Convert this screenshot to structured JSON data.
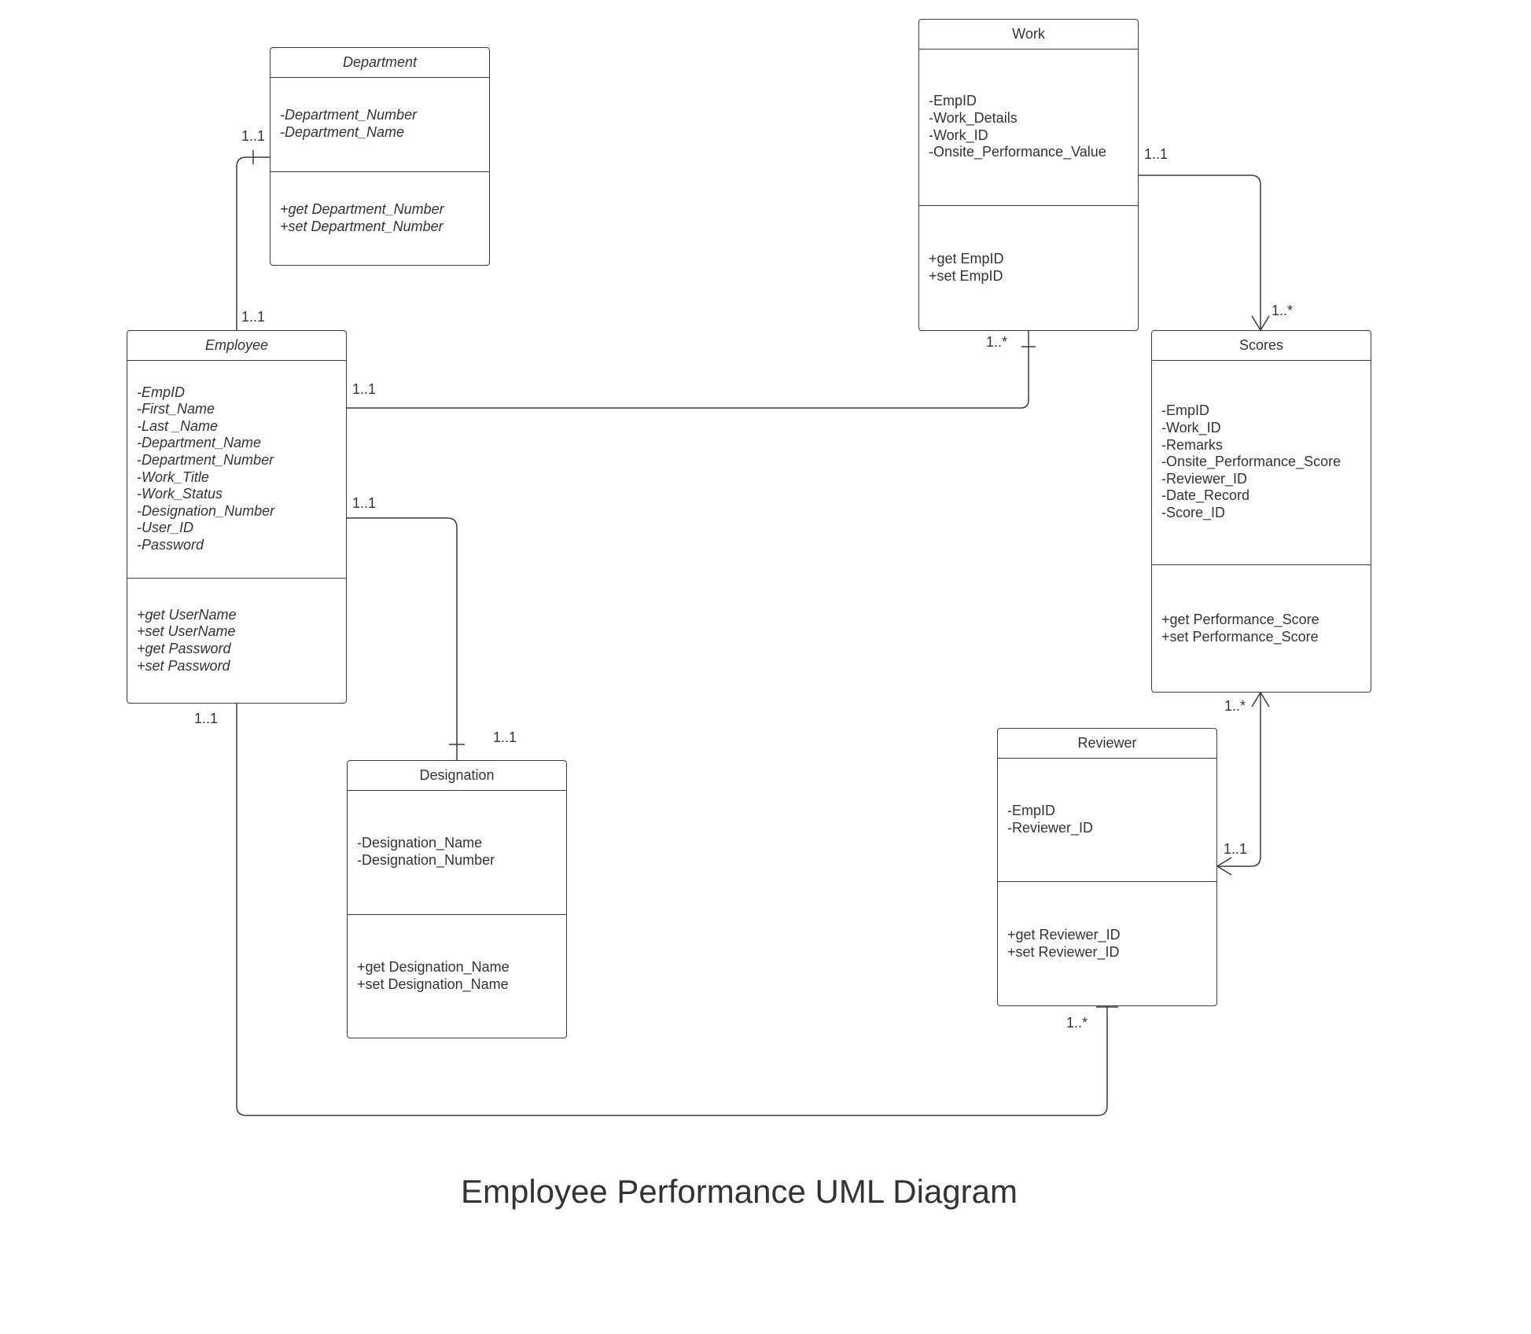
{
  "title": "Employee Performance UML Diagram",
  "classes": {
    "department": {
      "name": "Department",
      "attributes": [
        "-Department_Number",
        "-Department_Name"
      ],
      "operations": [
        "+get Department_Number",
        "+set Department_Number"
      ]
    },
    "employee": {
      "name": "Employee",
      "attributes": [
        "-EmpID",
        "-First_Name",
        "-Last _Name",
        "-Department_Name",
        "-Department_Number",
        "-Work_Title",
        "-Work_Status",
        "-Designation_Number",
        "-User_ID",
        "-Password"
      ],
      "operations": [
        "+get UserName",
        "+set UserName",
        "+get Password",
        "+set Password"
      ]
    },
    "designation": {
      "name": "Designation",
      "attributes": [
        "-Designation_Name",
        "-Designation_Number"
      ],
      "operations": [
        "+get Designation_Name",
        "+set Designation_Name"
      ]
    },
    "work": {
      "name": "Work",
      "attributes": [
        "-EmpID",
        "-Work_Details",
        "-Work_ID",
        "-Onsite_Performance_Value"
      ],
      "operations": [
        "+get EmpID",
        "+set EmpID"
      ]
    },
    "scores": {
      "name": "Scores",
      "attributes": [
        "-EmpID",
        "-Work_ID",
        "-Remarks",
        "-Onsite_Performance_Score",
        "-Reviewer_ID",
        "-Date_Record",
        "-Score_ID"
      ],
      "operations": [
        "+get Performance_Score",
        "+set Performance_Score"
      ]
    },
    "reviewer": {
      "name": "Reviewer",
      "attributes": [
        "-EmpID",
        "-Reviewer_ID"
      ],
      "operations": [
        "+get Reviewer_ID",
        "+set Reviewer_ID"
      ]
    }
  },
  "multiplicities": {
    "department_employee_at_department": "1..1",
    "department_employee_at_employee": "1..1",
    "employee_work_at_employee": "1..1",
    "employee_work_at_work": "1..*",
    "employee_designation_at_employee": "1..1",
    "employee_designation_at_designation": "1..1",
    "employee_reviewer_at_employee": "1..1",
    "employee_reviewer_at_reviewer": "1..*",
    "work_scores_at_work": "1..1",
    "work_scores_at_scores": "1..*",
    "scores_reviewer_at_scores": "1..*",
    "scores_reviewer_at_reviewer": "1..1"
  },
  "colors": {
    "line": "#3a3a3a",
    "text": "#333333",
    "background": "#ffffff"
  }
}
